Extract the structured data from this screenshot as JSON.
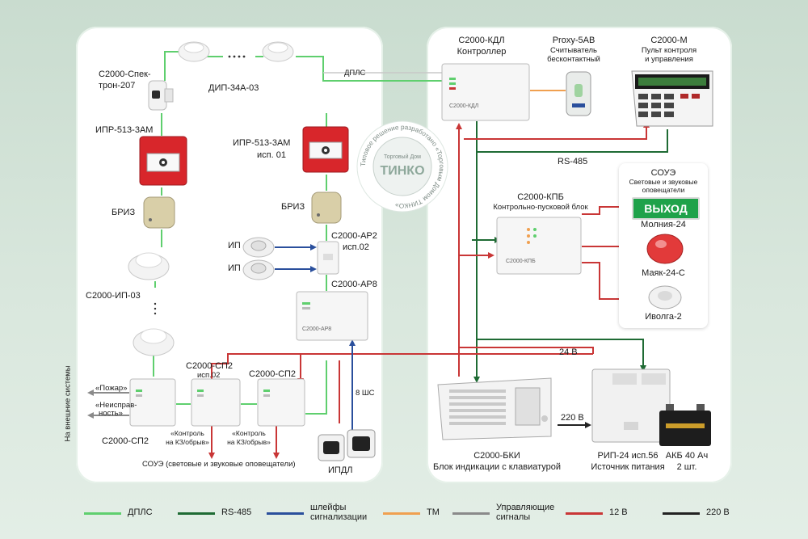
{
  "watermark": {
    "ring_text": "Типовое решение разработано «Торговым Домом ТИНКО»",
    "sub": "Торговый Дом",
    "brand": "ТИНКО"
  },
  "left": {
    "spektron": [
      "С2000-Спек-",
      "трон-207"
    ],
    "dip": "ДИП-34А-03",
    "ipr_left": "ИПР-513-3АМ",
    "briz_left": "БРИЗ",
    "ipr_right": [
      "ИПР-513-3АМ",
      "исп. 01"
    ],
    "briz_right": "БРИЗ",
    "ip_top": "ИП",
    "ip_bottom": "ИП",
    "ap2": [
      "С2000-АР2",
      "исп.02"
    ],
    "ap8": "С2000-АР8",
    "ip03": "С2000-ИП-03",
    "sp2_mid": [
      "С2000-СП2",
      "исп.02"
    ],
    "sp2_right": "С2000-СП2",
    "sp2_left": "С2000-СП2",
    "fire": "«Пожар»",
    "fault": [
      "«Неисправ-",
      "ность»"
    ],
    "external": "На внешние системы",
    "ctrl1": [
      "«Контроль",
      "на КЗ/обрыв»"
    ],
    "ctrl2": [
      "«Контроль",
      "на КЗ/обрыв»"
    ],
    "soue": "СОУЭ  (световые и звуковые оповещатели)",
    "ipdl": "ИПДЛ",
    "shs": "8 ШС",
    "dpls_wire": "ДПЛС"
  },
  "right": {
    "kdl": [
      "С2000-КДЛ",
      "Контроллер"
    ],
    "proxy": [
      "Proxy-5АВ",
      "Считыватель",
      "бесконтактный"
    ],
    "m": [
      "С2000-М",
      "Пульт контроля",
      "и управления"
    ],
    "rs485": "RS-485",
    "soue_title": [
      "СОУЭ",
      "Световые и звуковые",
      "оповещатели"
    ],
    "exit_sign": "ВЫХОД",
    "molniya": "Молния-24",
    "mayak": "Маяк-24-С",
    "ivolga": "Иволга-2",
    "kpb": [
      "С2000-КПБ",
      "Контрольно-пусковой блок"
    ],
    "v24": "24 В",
    "v220": "220 В",
    "bki": [
      "С2000-БКИ",
      "Блок индикации с клавиатурой"
    ],
    "rip": [
      "РИП-24 исп.56",
      "Источник питания"
    ],
    "akb": [
      "АКБ 40 Ач",
      "2 шт."
    ],
    "screen_kdl": "С2000-КДЛ",
    "screen_kpb": "С2000-КПБ",
    "screen_ap8": "С2000-АР8"
  },
  "legend": [
    {
      "label": "ДПЛС",
      "color": "#5fcf6e"
    },
    {
      "label": "RS-485",
      "color": "#1f6b34"
    },
    {
      "label": "шлейфы\nсигнализации",
      "color": "#2a4f9c"
    },
    {
      "label": "ТМ",
      "color": "#f0a050"
    },
    {
      "label": "Управляющие\nсигналы",
      "color": "#8a8a8a"
    },
    {
      "label": "12 В",
      "color": "#c93636"
    },
    {
      "label": "220 В",
      "color": "#222222"
    }
  ],
  "colors": {
    "dpls": "#5fcf6e",
    "rs485": "#1f6b34",
    "loop": "#2a4f9c",
    "tm": "#f0a050",
    "ctrl": "#8a8a8a",
    "v12": "#c93636",
    "v220": "#222222"
  }
}
